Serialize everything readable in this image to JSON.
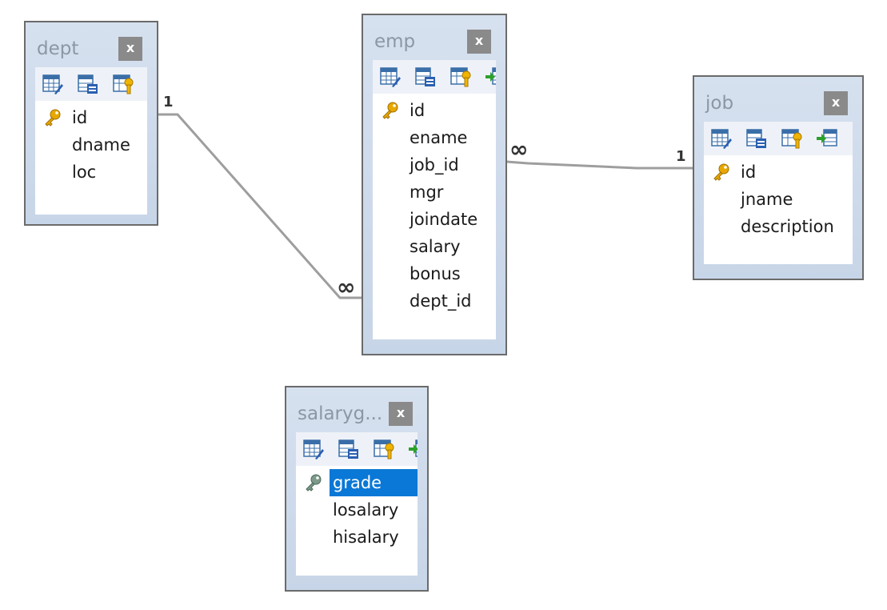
{
  "tables": {
    "dept": {
      "title": "dept",
      "close_label": "x",
      "fields": [
        {
          "name": "id",
          "pk": true
        },
        {
          "name": "dname"
        },
        {
          "name": "loc"
        }
      ]
    },
    "emp": {
      "title": "emp",
      "close_label": "x",
      "fields": [
        {
          "name": "id",
          "pk": true
        },
        {
          "name": "ename"
        },
        {
          "name": "job_id"
        },
        {
          "name": "mgr"
        },
        {
          "name": "joindate"
        },
        {
          "name": "salary"
        },
        {
          "name": "bonus"
        },
        {
          "name": "dept_id"
        }
      ]
    },
    "job": {
      "title": "job",
      "close_label": "x",
      "fields": [
        {
          "name": "id",
          "pk": true
        },
        {
          "name": "jname"
        },
        {
          "name": "description"
        }
      ]
    },
    "salarygrade": {
      "title": "salaryg...",
      "close_label": "x",
      "fields": [
        {
          "name": "grade",
          "pk": true,
          "selected": true
        },
        {
          "name": "losalary"
        },
        {
          "name": "hisalary"
        }
      ]
    }
  },
  "relations": [
    {
      "id": "dept-emp",
      "from_label": "1",
      "to_label": "∞"
    },
    {
      "id": "emp-job",
      "from_label": "∞",
      "to_label": "1"
    }
  ],
  "colors": {
    "table_frame": "#c7d5e8",
    "selection": "#0a78d6",
    "line": "#9e9e9e"
  }
}
